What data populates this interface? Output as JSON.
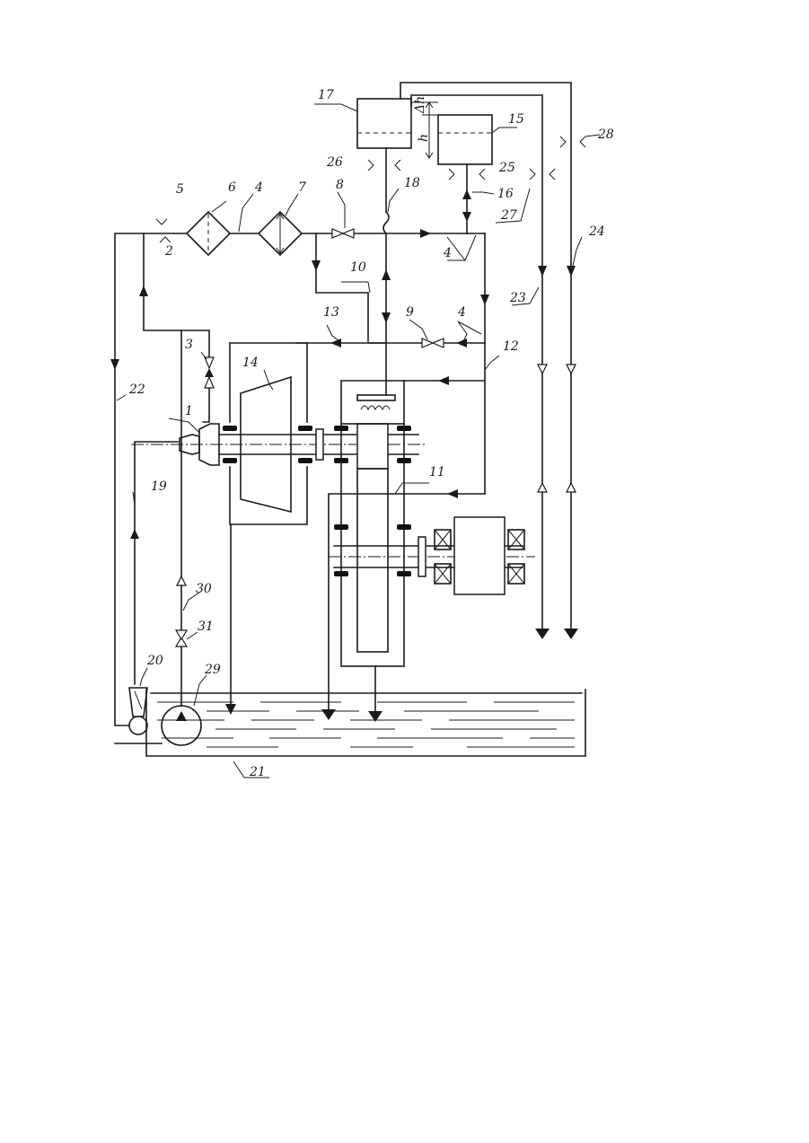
{
  "labels": {
    "l1": "1",
    "l2": "2",
    "l3": "3",
    "l4a": "4",
    "l4b": "4",
    "l4c": "4",
    "l5": "5",
    "l6": "6",
    "l7": "7",
    "l8": "8",
    "l9": "9",
    "l10": "10",
    "l11": "11",
    "l12": "12",
    "l13": "13",
    "l14": "14",
    "l15": "15",
    "l16": "16",
    "l17": "17",
    "l18": "18",
    "l19": "19",
    "l20": "20",
    "l21": "21",
    "l22": "22",
    "l23": "23",
    "l24": "24",
    "l25": "25",
    "l26": "26",
    "l27": "27",
    "l28": "28",
    "l29": "29",
    "l30": "30",
    "l31": "31",
    "dim_h": "h",
    "dim_delta": "Δh"
  },
  "colors": {
    "ink": "#1a1a1a",
    "paper": "#ffffff"
  }
}
